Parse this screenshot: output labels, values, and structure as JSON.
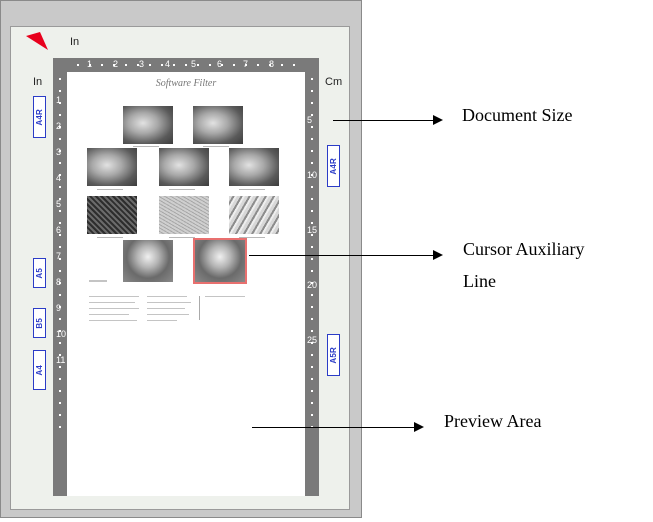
{
  "window": {
    "unit_top": "In",
    "unit_left": "In",
    "unit_right": "Cm"
  },
  "rulers": {
    "top_ticks": [
      "1",
      "2",
      "3",
      "4",
      "5",
      "6",
      "7",
      "8"
    ],
    "left_ticks": [
      "1",
      "2",
      "3",
      "4",
      "5",
      "6",
      "7",
      "8",
      "9",
      "10",
      "11"
    ],
    "right_ticks": [
      "5",
      "10",
      "15",
      "20",
      "25"
    ]
  },
  "preview": {
    "title": "Software Filter"
  },
  "size_tags": {
    "left": [
      "A4R",
      "A5",
      "B5",
      "A4"
    ],
    "right": [
      "A4R",
      "A5R"
    ]
  },
  "annotations": {
    "document_size": "Document Size",
    "cursor_auxiliary_line_1": "Cursor Auxiliary",
    "cursor_auxiliary_line_2": "Line",
    "preview_area": "Preview Area"
  },
  "colors": {
    "size_tag_accent": "#2b3cc7",
    "selection_outline": "#e8706f",
    "corner_marker": "#e8001c",
    "ruler": "#7a7a7a"
  }
}
